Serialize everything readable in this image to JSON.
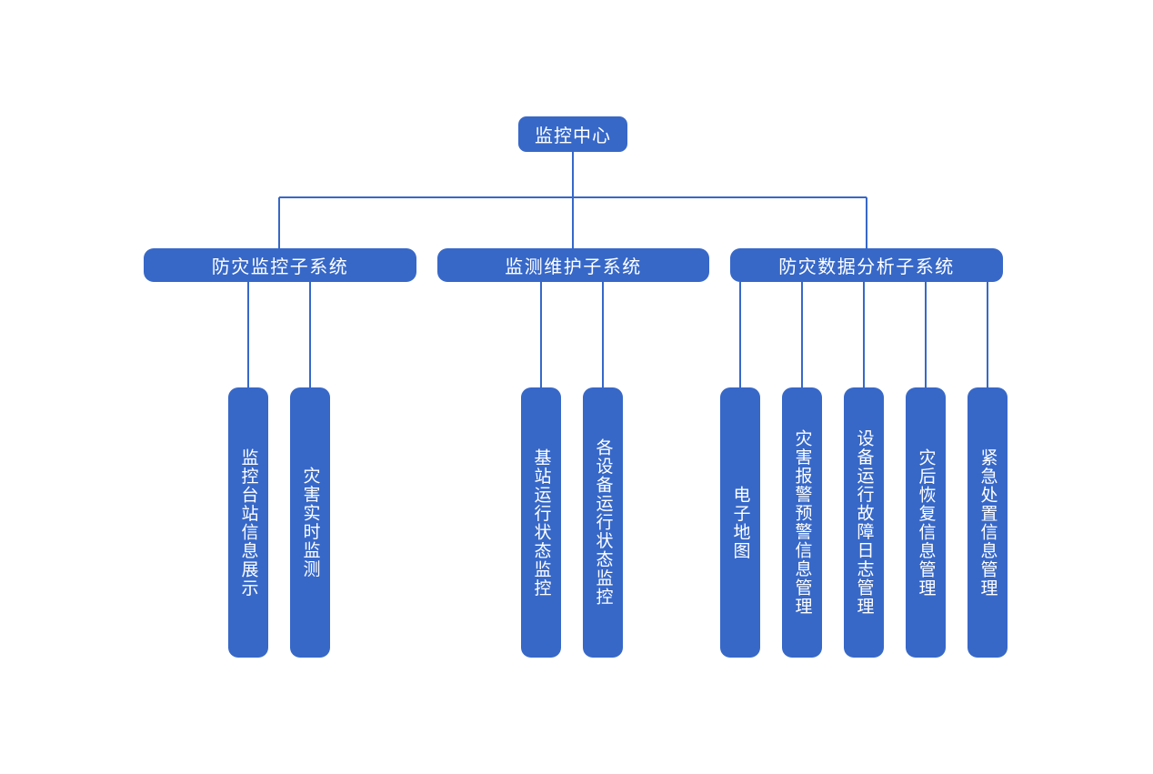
{
  "diagram": {
    "type": "organization-tree",
    "title_visible": false,
    "background_color": "#ffffff",
    "node_fill_color": "#3768C8",
    "node_text_color": "#ffffff",
    "connector_color": "#3768C8",
    "root": {
      "label": "监控中心"
    },
    "subsystems": [
      {
        "label": "防灾监控子系统",
        "children": [
          {
            "label": "监控台站信息展示"
          },
          {
            "label": "灾害实时监测"
          }
        ]
      },
      {
        "label": "监测维护子系统",
        "children": [
          {
            "label": "基站运行状态监控"
          },
          {
            "label": "各设备运行状态监控"
          }
        ]
      },
      {
        "label": "防灾数据分析子系统",
        "children": [
          {
            "label": "电子地图"
          },
          {
            "label": "灾害报警预警信息管理"
          },
          {
            "label": "设备运行故障日志管理"
          },
          {
            "label": "灾后恢复信息管理"
          },
          {
            "label": "紧急处置信息管理"
          }
        ]
      }
    ]
  }
}
